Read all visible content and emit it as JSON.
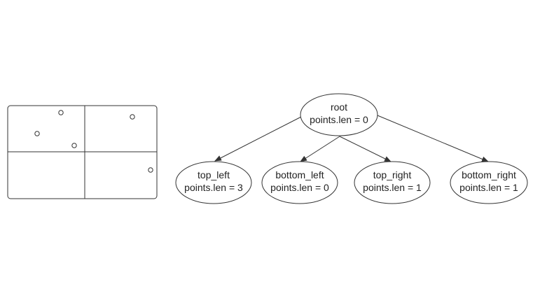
{
  "colors": {
    "background": "#ffffff",
    "stroke": "#333333",
    "text": "#222222"
  },
  "quadrant_box": {
    "points": [
      {
        "quadrant": "top_left"
      },
      {
        "quadrant": "top_left"
      },
      {
        "quadrant": "top_left"
      },
      {
        "quadrant": "top_right"
      },
      {
        "quadrant": "bottom_right"
      }
    ]
  },
  "tree": {
    "root": {
      "name": "root",
      "points_label": "points.len = 0"
    },
    "children": [
      {
        "name": "top_left",
        "points_label": "points.len = 3"
      },
      {
        "name": "bottom_left",
        "points_label": "points.len = 0"
      },
      {
        "name": "top_right",
        "points_label": "points.len = 1"
      },
      {
        "name": "bottom_right",
        "points_label": "points.len = 1"
      }
    ]
  }
}
